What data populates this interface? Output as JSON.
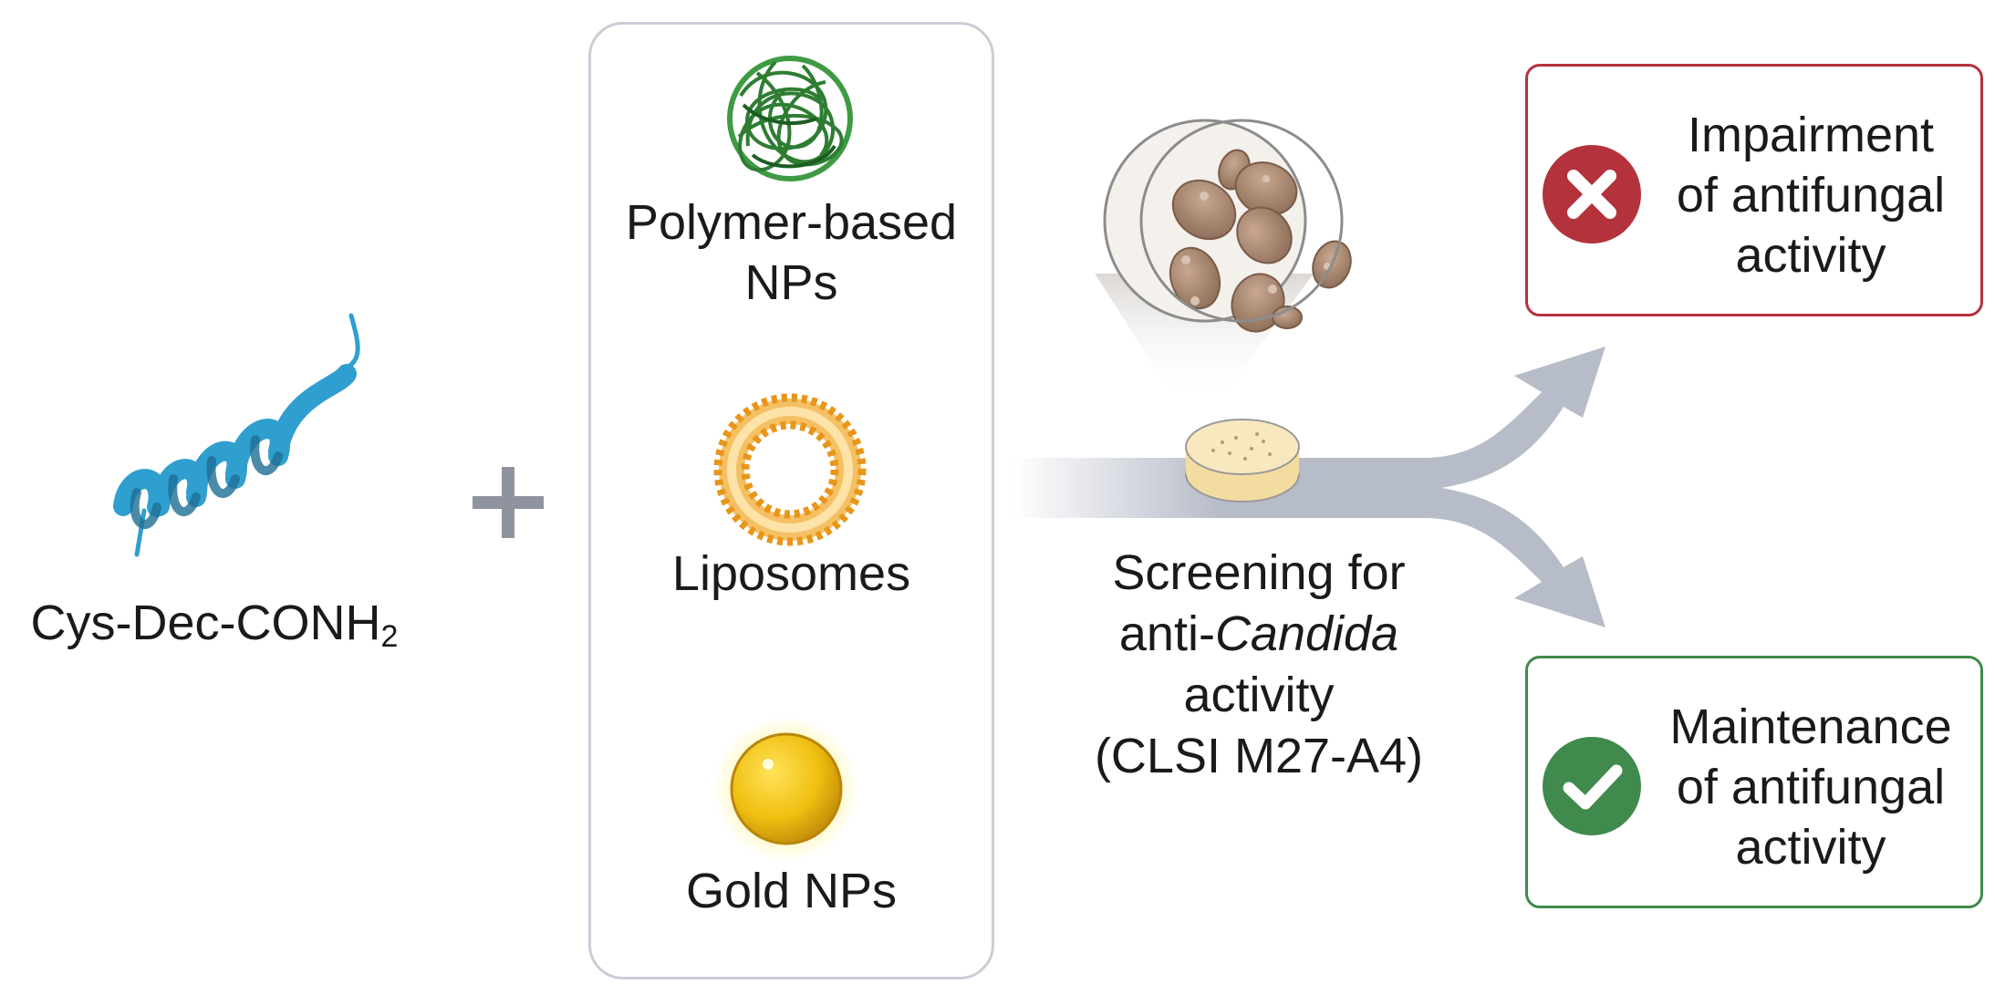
{
  "peptide": {
    "label": "Cys-Dec-CONH",
    "subscript": "2",
    "icon": "alpha-helix-peptide"
  },
  "plus_icon": "plus-icon",
  "nanoparticles": [
    {
      "label_line1": "Polymer-based",
      "label_line2": "NPs",
      "icon": "polymer-coil"
    },
    {
      "label": "Liposomes",
      "icon": "liposome-ring"
    },
    {
      "label": "Gold NPs",
      "icon": "gold-sphere"
    }
  ],
  "screening": {
    "line1": "Screening for",
    "line2_prefix": "anti-",
    "line2_italic": "Candida",
    "line3": "activity",
    "line4": "(CLSI M27-A4)",
    "icons": [
      "petri-dish",
      "magnified-yeast-cells",
      "split-arrow"
    ]
  },
  "outcomes": [
    {
      "line1": "Impairment",
      "line2": "of antifungal",
      "line3": "activity",
      "icon": "cross-icon",
      "color": "#b3323c"
    },
    {
      "line1": "Maintenance",
      "line2": "of antifungal",
      "line3": "activity",
      "icon": "check-icon",
      "color": "#3f8a4c"
    }
  ],
  "colors": {
    "peptide": "#2f9fcf",
    "plus": "#8e939e",
    "panel_border": "#c9cdd6",
    "polymer": "#2e7d32",
    "liposome": "#e8961a",
    "gold": "#e8b820",
    "arrow": "#b7bcc9",
    "yeast": "#a0826c"
  }
}
